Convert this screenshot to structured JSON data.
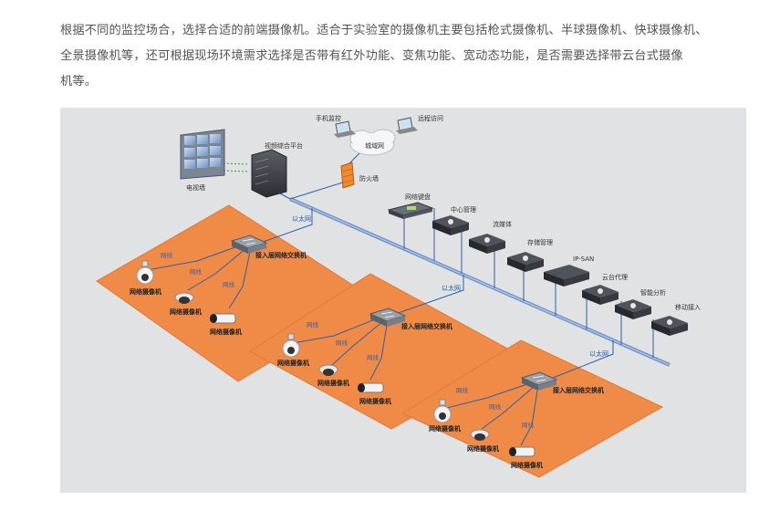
{
  "intro": {
    "line1": "根据不同的监控场合，选择合适的前端摄像机。适合于实验室的摄像机主要包括枪式摄像机、半球摄像机、快球摄像机、",
    "line2": "全景摄像机等，还可根据现场环境需求选择是否带有红外功能、变焦功能、宽动态功能，是否需要选择带云台式摄像",
    "line3": "机等。"
  },
  "diagram": {
    "tv_wall": "电视墙",
    "video_platform": "视频综合平台",
    "phone_monitor": "手机监控",
    "wan": "城域网",
    "remote_access": "远程访问",
    "firewall": "防火墙",
    "network_keyboard": "网络键盘",
    "central_mgmt": "中心管理",
    "streaming": "流媒体",
    "storage_mgmt": "存储管理",
    "ip_san": "IP-SAN",
    "ptz_proxy": "云台代理",
    "smart_analysis": "智能分析",
    "mobile_access": "移动接入",
    "ethernet": "以太网",
    "cable": "网线",
    "access_switch": "接入层网络交换机",
    "network_camera": "网络摄像机"
  }
}
